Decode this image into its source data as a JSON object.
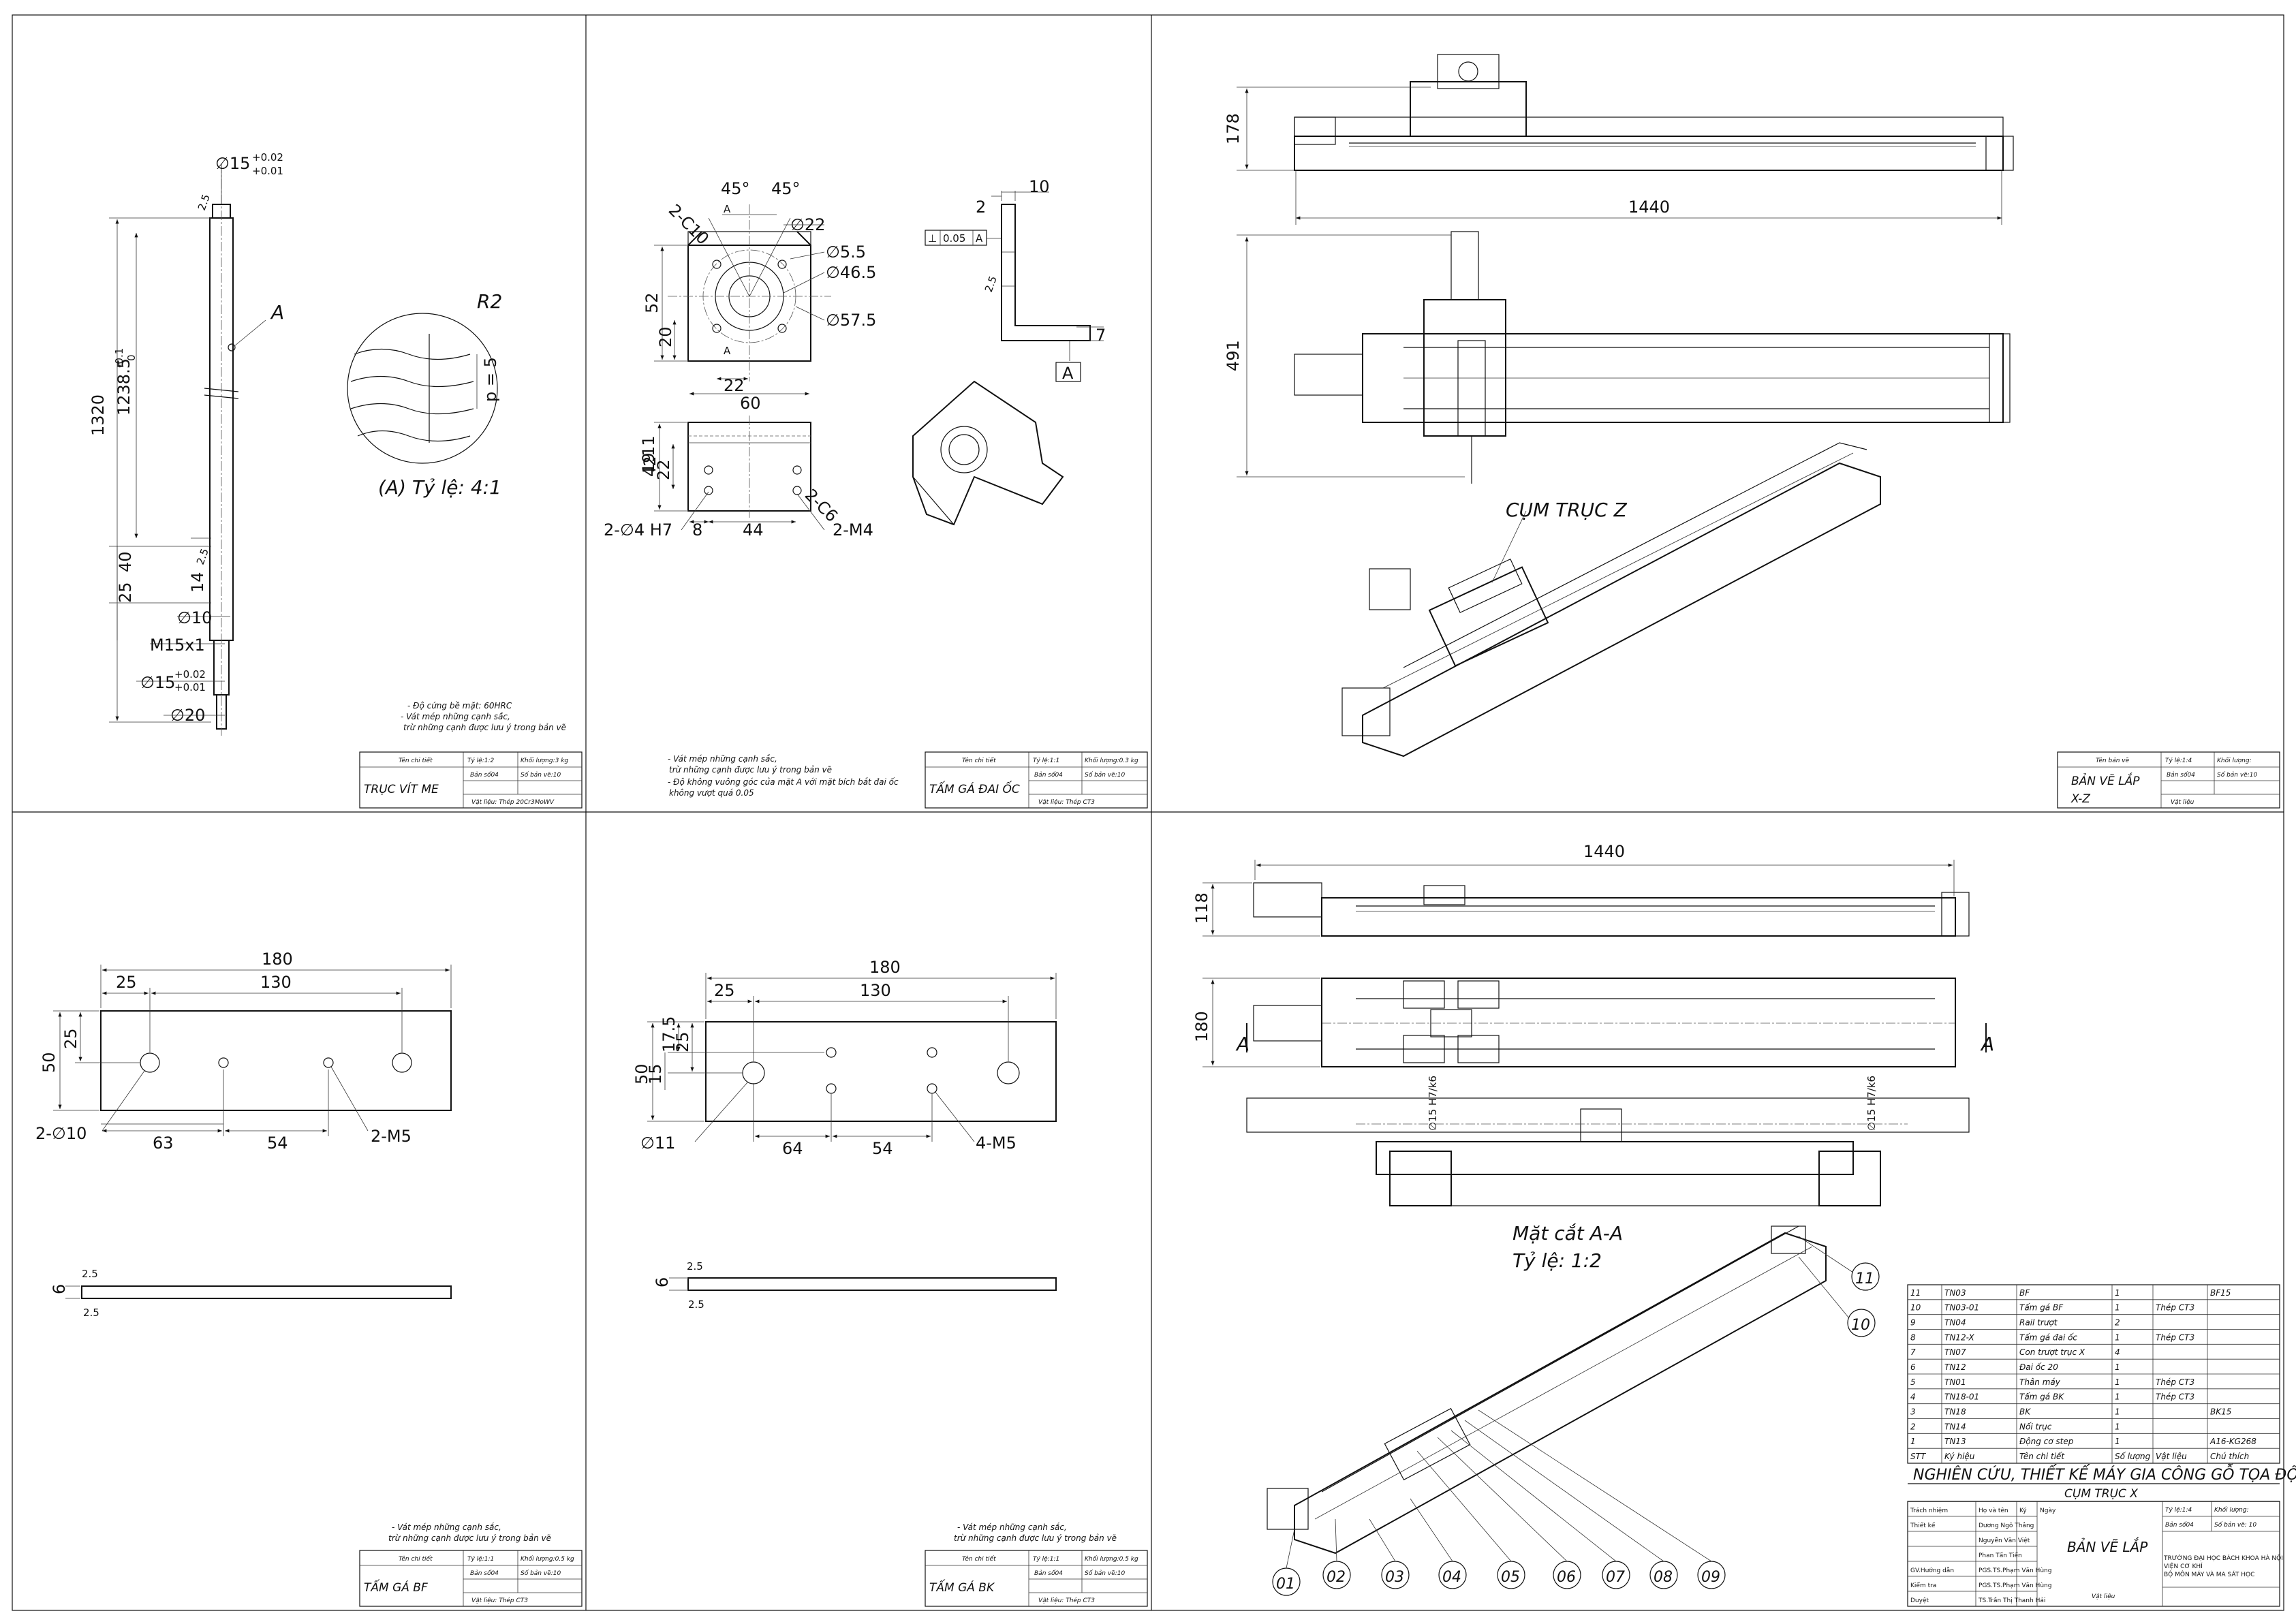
{
  "shaft": {
    "d15_top": "∅15",
    "tol_top_up": "+0.02",
    "tol_top_lo": "+0.01",
    "len_1320": "1320",
    "len_1238": "1238.5",
    "tol_1238_up": "-0.1",
    "tol_1238_lo": "0",
    "len_40": "40",
    "len_25": "25",
    "len_14": "14",
    "ch_25a": "2.5",
    "ch_25b": "2.5",
    "d10": "∅10",
    "m15": "M15x1",
    "d15_bot": "∅15",
    "tol_bot_up": "+0.02",
    "tol_bot_lo": "+0.01",
    "d20": "∅20",
    "label_A": "A",
    "detail_r2": "R2",
    "detail_p5": "p = 5",
    "detail_caption": "(A) Tỷ lệ: 4:1",
    "notes": [
      "- Độ cứng bề mặt: 60HRC",
      "- Vát mép những cạnh sắc,",
      "trừ những cạnh được lưu ý trong bản vẽ"
    ]
  },
  "nut_bracket": {
    "ang1": "45°",
    "ang2": "45°",
    "c10": "2-C10",
    "d22": "∅22",
    "d55": "∅5.5",
    "d465": "∅46.5",
    "d575": "∅57.5",
    "h52": "52",
    "h20": "20",
    "w22": "22",
    "w60": "60",
    "sec_a1": "A",
    "sec_a2": "A",
    "side_2": "2",
    "side_10": "10",
    "side_7": "7",
    "side_25": "2.5",
    "datum_a": "A",
    "tol_frame": [
      "⊥",
      "0.05",
      "A"
    ],
    "f_42": "42",
    "f_22": "22",
    "f_19": "19",
    "f_11": "11",
    "f_8": "8",
    "f_44": "44",
    "f_h7": "2-∅4 H7",
    "f_c6": "2-C6",
    "f_m4": "2-M4",
    "notes": [
      "- Vát mép những cạnh sắc,",
      "trừ những cạnh được lưu ý trong bản vẽ",
      "- Độ không vuông góc của mặt A với mặt bích bắt đai ốc",
      "không vượt quá 0.05"
    ]
  },
  "bf_plate": {
    "w180": "180",
    "w25": "25",
    "w130": "130",
    "h50": "50",
    "h25": "25",
    "w63": "63",
    "w54": "54",
    "holes1": "2-∅10",
    "holes2": "2-M5",
    "t6": "6",
    "c25a": "2.5",
    "c25b": "2.5",
    "notes": [
      "- Vát mép những cạnh sắc,",
      "trừ những cạnh được lưu ý trong bản vẽ"
    ]
  },
  "bk_plate": {
    "w180": "180",
    "w25": "25",
    "w130": "130",
    "h50": "50",
    "h25": "25",
    "h175": "17.5",
    "h15": "15",
    "w64": "64",
    "w54": "54",
    "hole1": "∅11",
    "holes2": "4-M5",
    "t6": "6",
    "c25a": "2.5",
    "c25b": "2.5",
    "notes": [
      "- Vát mép những cạnh sắc,",
      "trừ những cạnh được lưu ý trong bản vẽ"
    ]
  },
  "assembly_xz": {
    "h178": "178",
    "w1440": "1440",
    "h491": "491",
    "cum_truc_z": "CỤM TRỤC Z"
  },
  "assembly_x": {
    "w1440": "1440",
    "h118": "118",
    "h180": "180",
    "cut_a1": "A",
    "cut_a2": "A",
    "fit1": "∅15 H7/k6",
    "fit2": "∅15 H7/k6",
    "section_title": "Mặt cắt A-A",
    "section_scale": "Tỷ lệ: 1:2",
    "balloons": [
      "01",
      "02",
      "03",
      "04",
      "05",
      "06",
      "07",
      "08",
      "09",
      "10",
      "11"
    ]
  },
  "title_blocks": {
    "common": {
      "ten_chi_tiet": "Tên chi tiết",
      "ban_so": "Bản số04",
      "vat_lieu": "Vật liệu"
    },
    "truc_vit_me": {
      "name": "TRỤC VÍT ME",
      "scale": "Tỷ lệ:1:2",
      "mass": "Khối lượng:3 kg",
      "sheet_no": "Số bản vẽ:10",
      "material": "Vật liệu: Thép 20Cr3MoWV"
    },
    "tam_ga_dai_oc": {
      "name": "TẤM GÁ ĐAI ỐC",
      "scale": "Tỷ lệ:1:1",
      "mass": "Khối lượng:0.3 kg",
      "sheet_no": "Số bản vẽ:10",
      "material": "Vật liệu: Thép CT3"
    },
    "ban_ve_lap_xz": {
      "name": "BẢN VẼ LẮP",
      "name2": "X-Z",
      "header": "Tên bản vẽ",
      "scale": "Tỷ lệ:1:4",
      "mass": "Khối lượng:",
      "sheet_no": "Số bản vẽ:10",
      "material": "Vật liệu"
    },
    "tam_ga_bf": {
      "name": "TẤM GÁ BF",
      "scale": "Tỷ lệ:1:1",
      "mass": "Khối lượng:0.5 kg",
      "sheet_no": "Số bản vẽ:10",
      "material": "Vật liệu: Thép CT3"
    },
    "tam_ga_bk": {
      "name": "TẤM GÁ BK",
      "scale": "Tỷ lệ:1:1",
      "mass": "Khối lượng:0.5 kg",
      "sheet_no": "Số bản vẽ:10",
      "material": "Vật liệu: Thép CT3"
    }
  },
  "bom": {
    "rows": [
      [
        "11",
        "TN03",
        "BF",
        "1",
        "",
        "BF15"
      ],
      [
        "10",
        "TN03-01",
        "Tấm gá BF",
        "1",
        "Thép CT3",
        ""
      ],
      [
        "9",
        "TN04",
        "Rail trượt",
        "2",
        "",
        ""
      ],
      [
        "8",
        "TN12-X",
        "Tấm gá đai ốc",
        "1",
        "Thép CT3",
        ""
      ],
      [
        "7",
        "TN07",
        "Con trượt trục X",
        "4",
        "",
        ""
      ],
      [
        "6",
        "TN12",
        "Đai ốc 20",
        "1",
        "",
        ""
      ],
      [
        "5",
        "TN01",
        "Thân máy",
        "1",
        "Thép CT3",
        ""
      ],
      [
        "4",
        "TN18-01",
        "Tấm gá BK",
        "1",
        "Thép CT3",
        ""
      ],
      [
        "3",
        "TN18",
        "BK",
        "1",
        "",
        "BK15"
      ],
      [
        "2",
        "TN14",
        "Nối trục",
        "1",
        "",
        ""
      ],
      [
        "1",
        "TN13",
        "Động cơ step",
        "1",
        "",
        "A16-KG268"
      ]
    ],
    "header": [
      "STT",
      "Ký hiệu",
      "Tên chi tiết",
      "Số lượng",
      "Vật liệu",
      "Chú thích"
    ],
    "project": "NGHIÊN CỨU, THIẾT KẾ MÁY GIA CÔNG GỖ TỌA ĐỘ TRỤ",
    "sub": "CỤM TRỤC X",
    "roles": [
      [
        "Trách nhiệm",
        "Họ và tên",
        "Ký",
        "Ngày"
      ],
      [
        "Thiết kế",
        "Dương Ngô Thắng"
      ],
      [
        "",
        "Nguyễn Văn Việt"
      ],
      [
        "",
        "Phan Tấn Tiến"
      ],
      [
        "GV.Hướng dẫn",
        "PGS.TS.Phạm Văn Hùng"
      ],
      [
        "Kiểm tra",
        "PGS.TS.Phạm Văn Hùng"
      ],
      [
        "Duyệt",
        "TS.Trần Thị Thanh Hải"
      ]
    ],
    "drawing": "BẢN VẼ LẮP",
    "scale": "Tỷ lệ:1:4",
    "mass": "Khối lượng:",
    "sheet": "Bản số04",
    "sheet_no": "Số bản vẽ: 10",
    "school": [
      "TRƯỜNG ĐẠI HỌC BÁCH KHOA HÀ NỘI",
      "VIỆN CƠ KHÍ",
      "BỘ MÔN MÁY VÀ MA SÁT HỌC"
    ],
    "material": "Vật liệu"
  }
}
